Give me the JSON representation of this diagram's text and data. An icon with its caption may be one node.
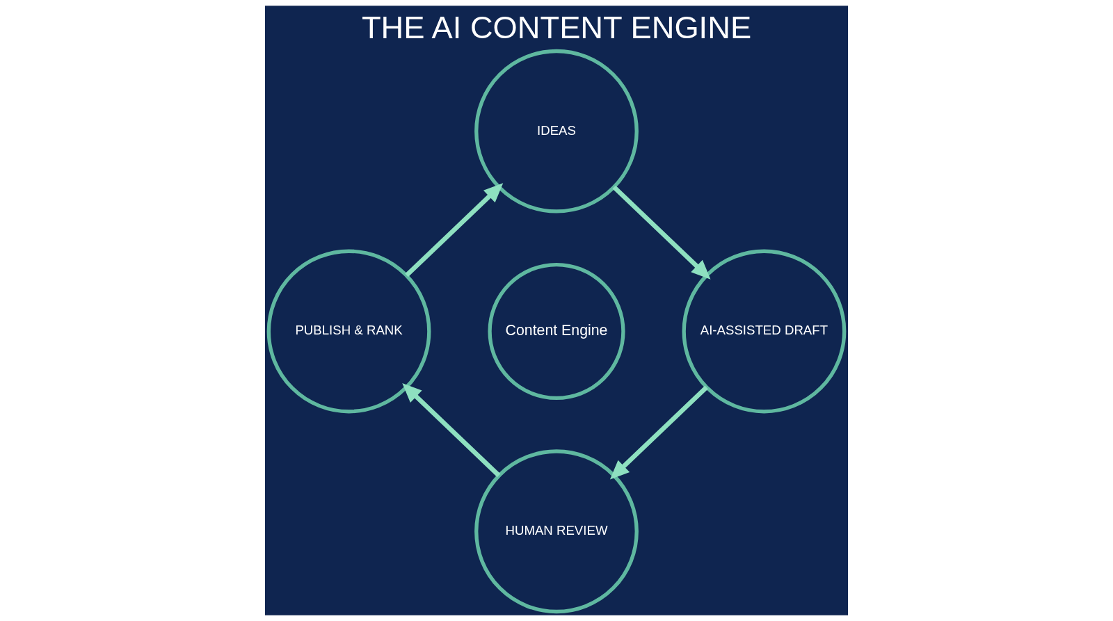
{
  "diagram": {
    "title": "THE AI CONTENT ENGINE",
    "nodes": [
      {
        "text": [
          "IDEAS"
        ]
      },
      {
        "text": [
          "AI-ASSISTED DRAFT"
        ]
      },
      {
        "text": [
          "HUMAN REVIEW"
        ]
      },
      {
        "text": [
          "PUBLISH & RANK"
        ]
      },
      {
        "text": [
          "Content Engine"
        ]
      }
    ],
    "edges": [
      {
        "from": 0,
        "to": 1,
        "arrow": "to"
      },
      {
        "from": 1,
        "to": 2,
        "arrow": "to"
      },
      {
        "from": 2,
        "to": 3,
        "arrow": "to"
      },
      {
        "from": 3,
        "to": 0,
        "arrow": "to"
      }
    ]
  }
}
